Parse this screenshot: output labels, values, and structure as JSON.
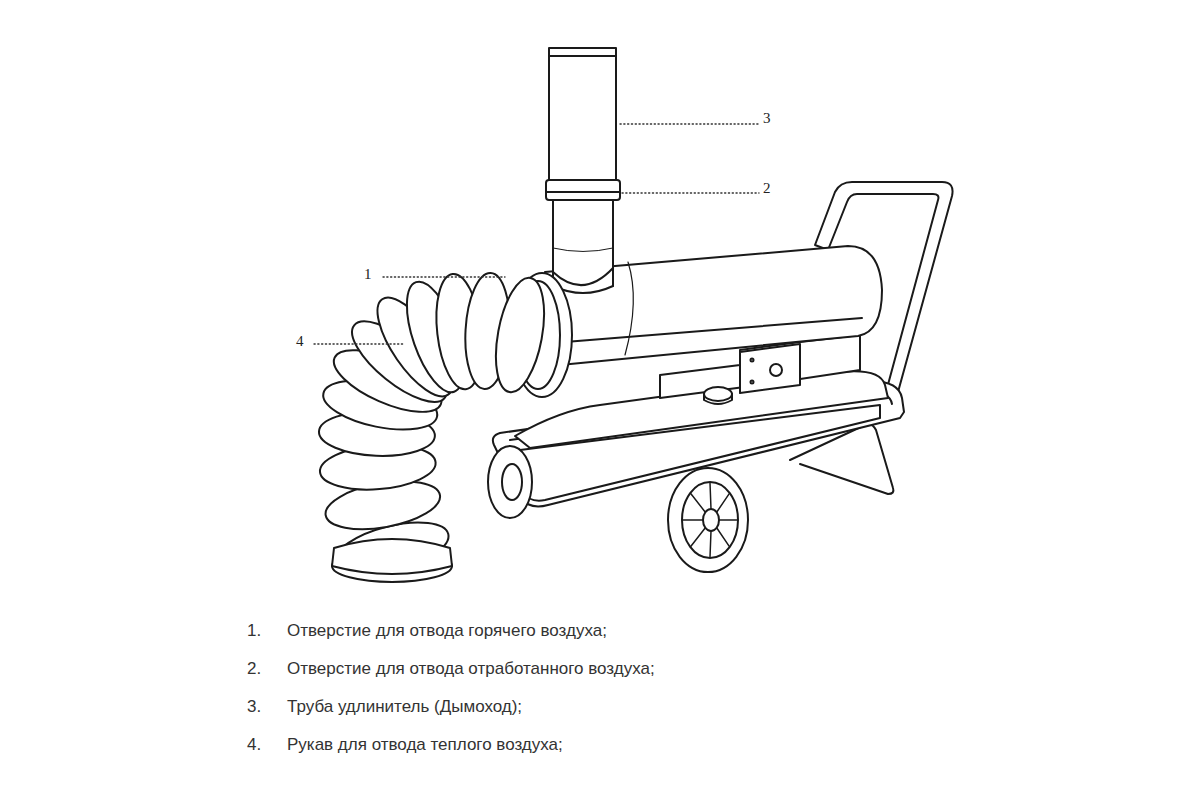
{
  "diagram": {
    "labels": [
      "3",
      "2",
      "1",
      "4",
      "1.",
      "Отверстие для отвода горячего воздуха;",
      "2.",
      "Отверстие для отвода отработанного воздуха;",
      "3.",
      "Труба удлинитель (Дымоход);",
      "4.",
      "Рукав для отвода теплого воздуха;"
    ]
  }
}
